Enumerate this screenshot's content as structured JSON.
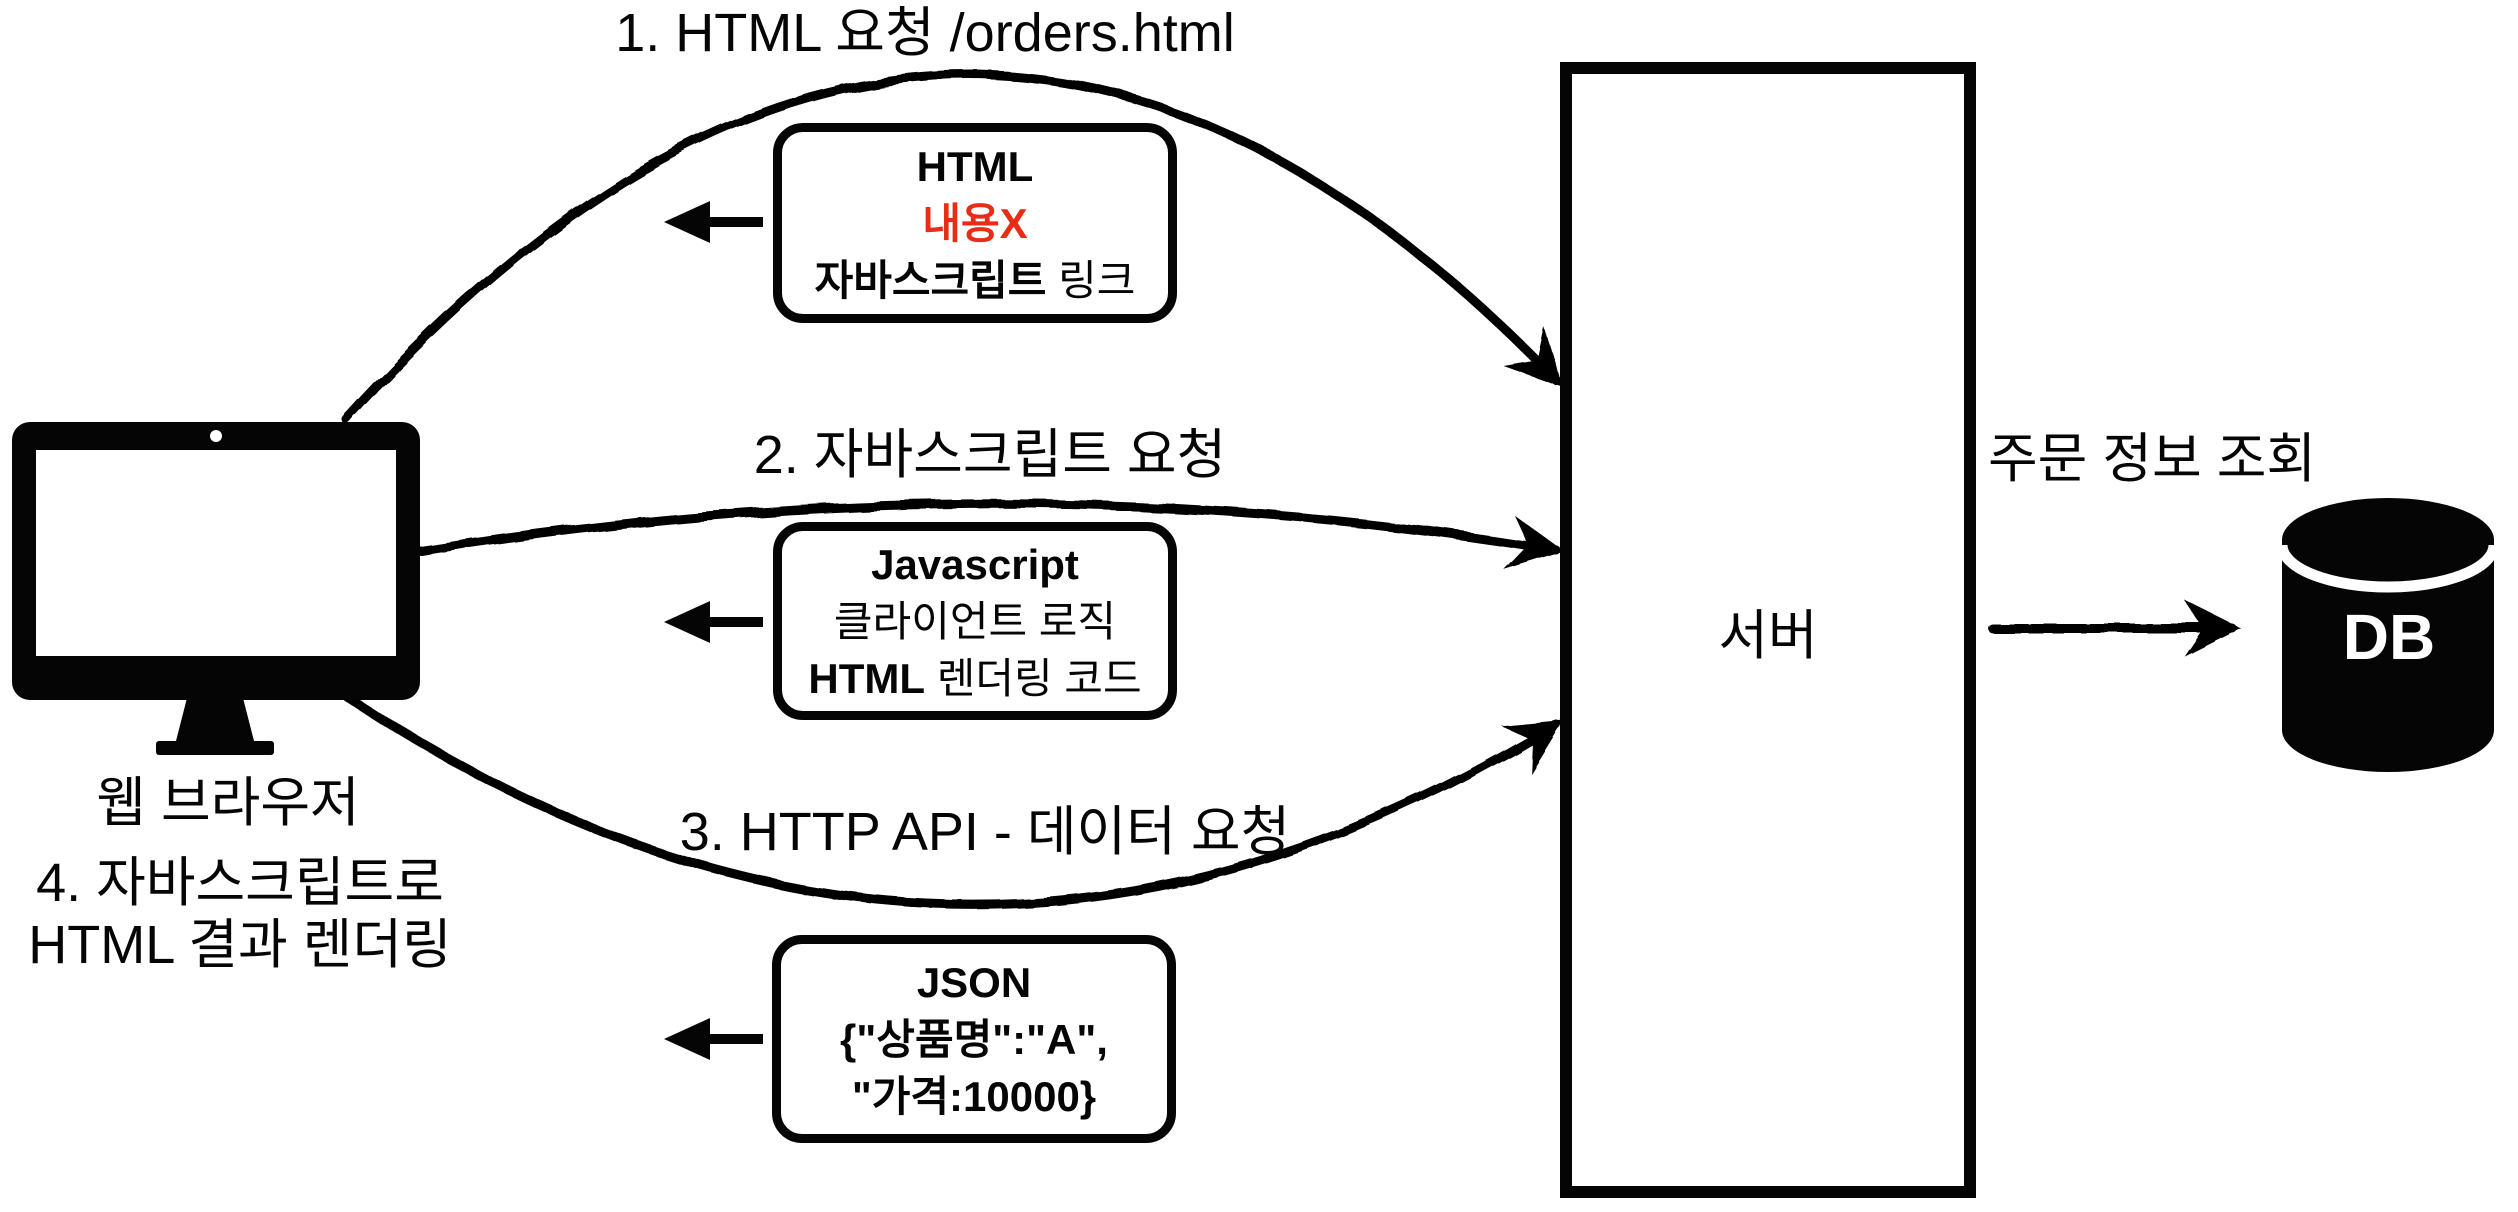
{
  "diagram": {
    "labels": {
      "step1": "1. HTML 요청 /orders.html",
      "step2": "2. 자바스크립트 요청",
      "step3": "3. HTTP API -  데이터 요청",
      "step4_line1": "4. 자바스크립트로",
      "step4_line2": "HTML 결과 렌더링",
      "browser": "웹 브라우저",
      "server": "서버",
      "db": "DB",
      "db_query": "주문 정보 조회"
    },
    "boxes": {
      "html_response": {
        "title": "HTML",
        "warning": "내용X",
        "line3_bold": "자바스크립트",
        "line3_rest": " 링크"
      },
      "js_response": {
        "title": "Javascript",
        "line2": "클라이언트 로직",
        "line3_bold": "HTML",
        "line3_rest": " 렌더링 코드"
      },
      "json_response": {
        "title": "JSON",
        "line2": "{\"상품명\":\"A\",",
        "line3": "\"가격:10000}"
      }
    },
    "colors": {
      "ink": "#050505",
      "warning_red": "#e82d16",
      "paper": "#ffffff"
    }
  }
}
